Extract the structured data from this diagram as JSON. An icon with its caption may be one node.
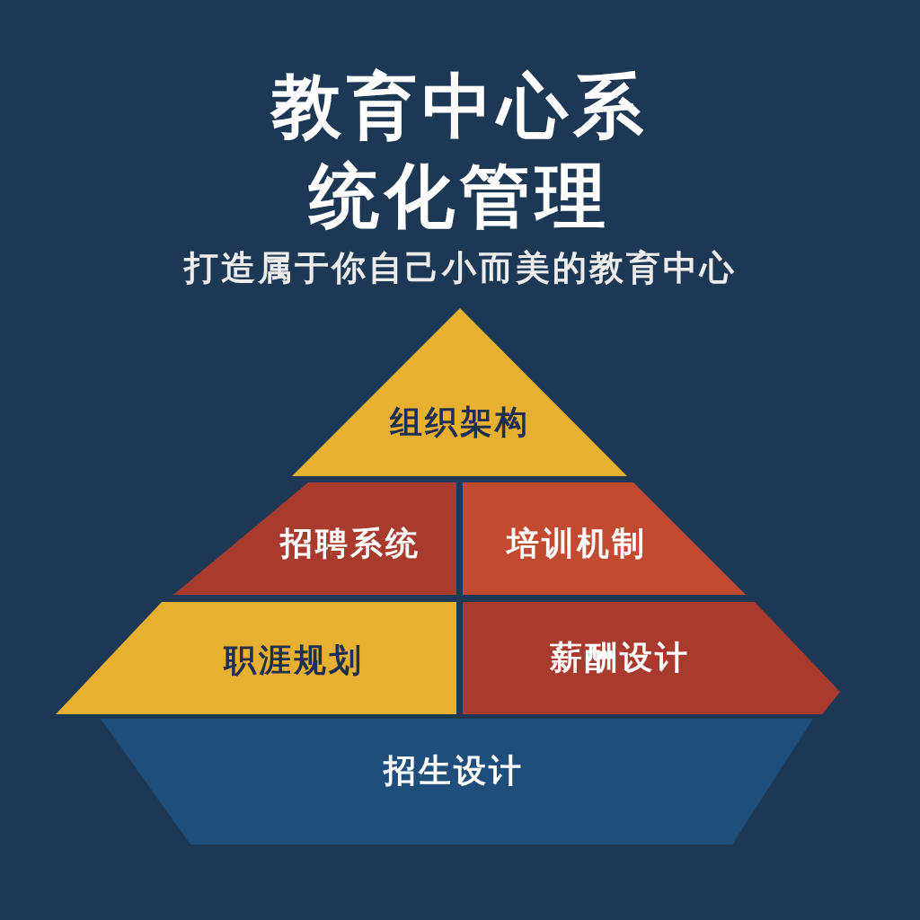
{
  "diagram": {
    "title": "教育中心系统化管理",
    "nodes": [
      {
        "text": [
          "组织架构"
        ]
      },
      {
        "text": [
          "招聘系统"
        ]
      },
      {
        "text": [
          "培训机制"
        ]
      },
      {
        "text": [
          "职涯规划"
        ]
      },
      {
        "text": [
          "薪酬设计"
        ]
      },
      {
        "text": [
          "招生设计"
        ]
      }
    ],
    "labels": [
      "打造属于你自己小而美的教育中心"
    ]
  }
}
